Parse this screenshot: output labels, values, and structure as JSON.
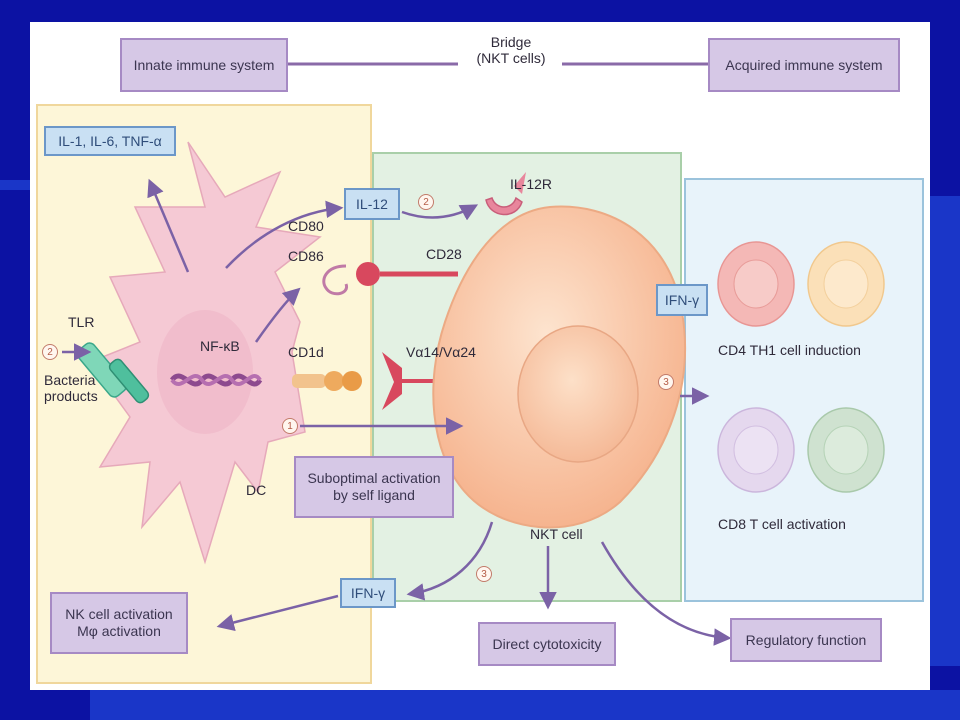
{
  "header": {
    "innate": "Innate immune system",
    "bridge_line1": "Bridge",
    "bridge_line2": "(NKT cells)",
    "acquired": "Acquired immune system"
  },
  "cytokines_top": "IL-1, IL-6, TNF-α",
  "il12": "IL-12",
  "il12r": "IL-12R",
  "cd80": "CD80",
  "cd86": "CD86",
  "cd28": "CD28",
  "cd1d": "CD1d",
  "tcr": "Vα14/Vα24",
  "tlr": "TLR",
  "bacteria_line1": "Bacteria",
  "bacteria_line2": "products",
  "nfkb": "NF-κB",
  "dc": "DC",
  "suboptimal_line1": "Suboptimal activation",
  "suboptimal_line2": "by self ligand",
  "nkt_cell": "NKT cell",
  "ifn_gamma": "IFN-γ",
  "cd4_label": "CD4 TH1 cell induction",
  "cd8_label": "CD8 T cell activation",
  "nk_line1": "NK cell activation",
  "nk_line2": "Mφ activation",
  "direct_cytotoxicity": "Direct cytotoxicity",
  "regulatory_function": "Regulatory function",
  "step_numbers": {
    "one": "1",
    "two": "2",
    "three": "3"
  }
}
